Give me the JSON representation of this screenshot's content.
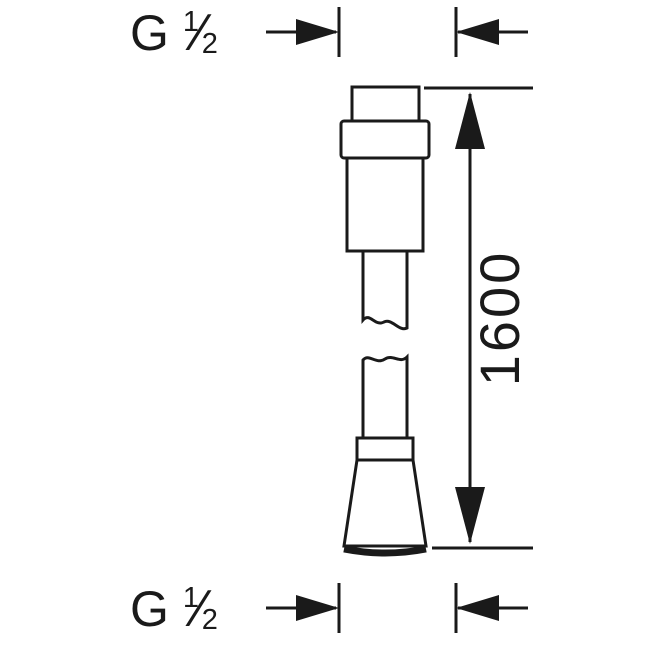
{
  "labels": {
    "top_thread": {
      "letter": "G",
      "numerator": "1",
      "slash": "⁄",
      "denominator": "2"
    },
    "bottom_thread": {
      "letter": "G",
      "numerator": "1",
      "slash": "⁄",
      "denominator": "2"
    },
    "length_mm": "1600"
  },
  "colors": {
    "line": "#1a1a1a",
    "background": "#ffffff"
  }
}
